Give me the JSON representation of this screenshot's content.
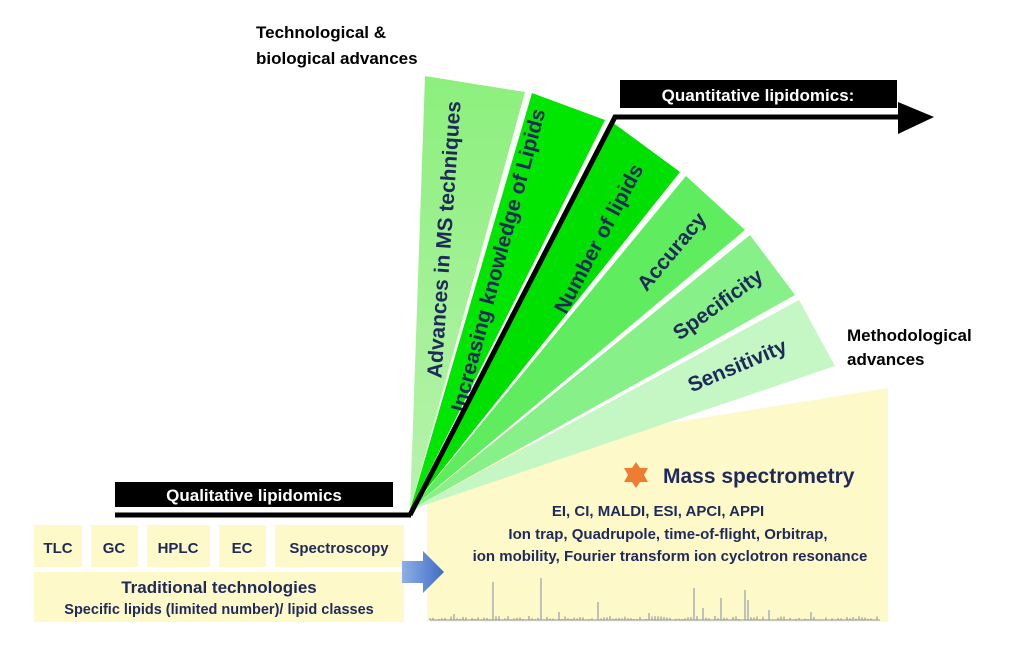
{
  "title_tech": [
    "Technological &",
    "biological advances"
  ],
  "title_method": [
    "Methodological",
    "advances"
  ],
  "quant_banner": "Quantitative lipidomics:",
  "qual_banner": "Qualitative lipidomics",
  "fan_labels": {
    "ms_techniques": "Advances in MS techniques",
    "knowledge": "Increasing knowledge of Lipids",
    "number": "Number of lipids",
    "accuracy": "Accuracy",
    "specificity": "Specificity",
    "sensitivity": "Sensitivity"
  },
  "techniques": [
    "TLC",
    "GC",
    "HPLC",
    "EC",
    "Spectroscopy"
  ],
  "traditional": {
    "title": "Traditional technologies",
    "subtitle": "Specific lipids (limited number)/ lipid classes"
  },
  "mass_spec": {
    "title": "Mass spectrometry",
    "line1": "EI, CI, MALDI, ESI, APCI, APPI",
    "line2": "Ion trap, Quadrupole, time-of-flight, Orbitrap,",
    "line3": "ion mobility, Fourier transform ion cyclotron resonance"
  },
  "colors": {
    "text_dark": "#1f2a5a",
    "yellow_panel": "#fdf9c8",
    "star": "#ee7d31",
    "arrow_blue": "#4472c4",
    "bright_green": "#00e600"
  }
}
